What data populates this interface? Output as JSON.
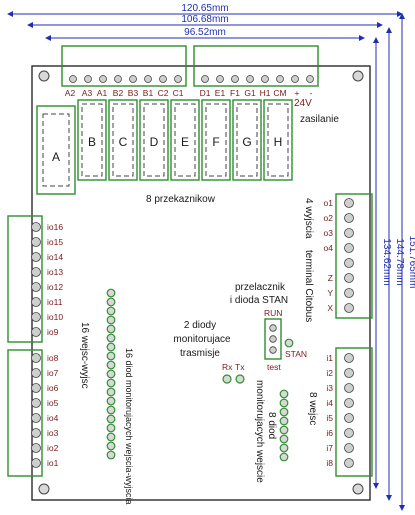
{
  "dimensions": {
    "width_120": "120.65mm",
    "width_106": "106.68mm",
    "width_96": "96.52mm",
    "height_151": "151.765mm",
    "height_144": "144.78mm",
    "height_134": "134.62mm"
  },
  "top_connector_labels": [
    "A2",
    "A3",
    "A1",
    "B2",
    "B3",
    "B1",
    "C2",
    "C1",
    "D1",
    "E1",
    "F1",
    "G1",
    "H1",
    "CM",
    "+",
    "-"
  ],
  "power_voltage": "24V",
  "power_label": "zasilanie",
  "relays": [
    "A",
    "B",
    "C",
    "D",
    "E",
    "F",
    "G",
    "H"
  ],
  "relays_label": "8 przekaznikow",
  "outputs": {
    "title": "4 wyjscia",
    "pins": [
      "o1",
      "o2",
      "o3",
      "o4"
    ]
  },
  "citobus": {
    "title": "terminal Citobus",
    "pins": [
      "Z",
      "Y",
      "X"
    ]
  },
  "io_block": {
    "title": "16 wejsc-wyjsc",
    "pins": [
      "io16",
      "io15",
      "io14",
      "io13",
      "io12",
      "io11",
      "io10",
      "io9",
      "io8",
      "io7",
      "io6",
      "io5",
      "io4",
      "io3",
      "io2",
      "io1"
    ]
  },
  "inputs": {
    "title": "8 wejsc",
    "pins": [
      "i1",
      "i2",
      "i3",
      "i4",
      "i5",
      "i6",
      "i7",
      "i8"
    ]
  },
  "switch": {
    "caption_line1": "przelacznik",
    "caption_line2": "i dioda STAN",
    "run": "RUN",
    "test": "test",
    "stan": "STAN"
  },
  "comm_leds": {
    "line1": "2 diody",
    "line2": "monitorujace",
    "line3": "trasmisje",
    "rx": "Rx",
    "tx": "Tx"
  },
  "io_leds_label": "16 diod monitorujacych wejscia-wyjscia",
  "input_leds_line1": "8 diod",
  "input_leds_line2": "monitorujacych wejscie",
  "colors": {
    "pcb_outline": "#2a2a2a",
    "connector_green": "#2f8f2f",
    "dimension_blue": "#1f2fb4",
    "pin_label": "#7a1a1a"
  }
}
